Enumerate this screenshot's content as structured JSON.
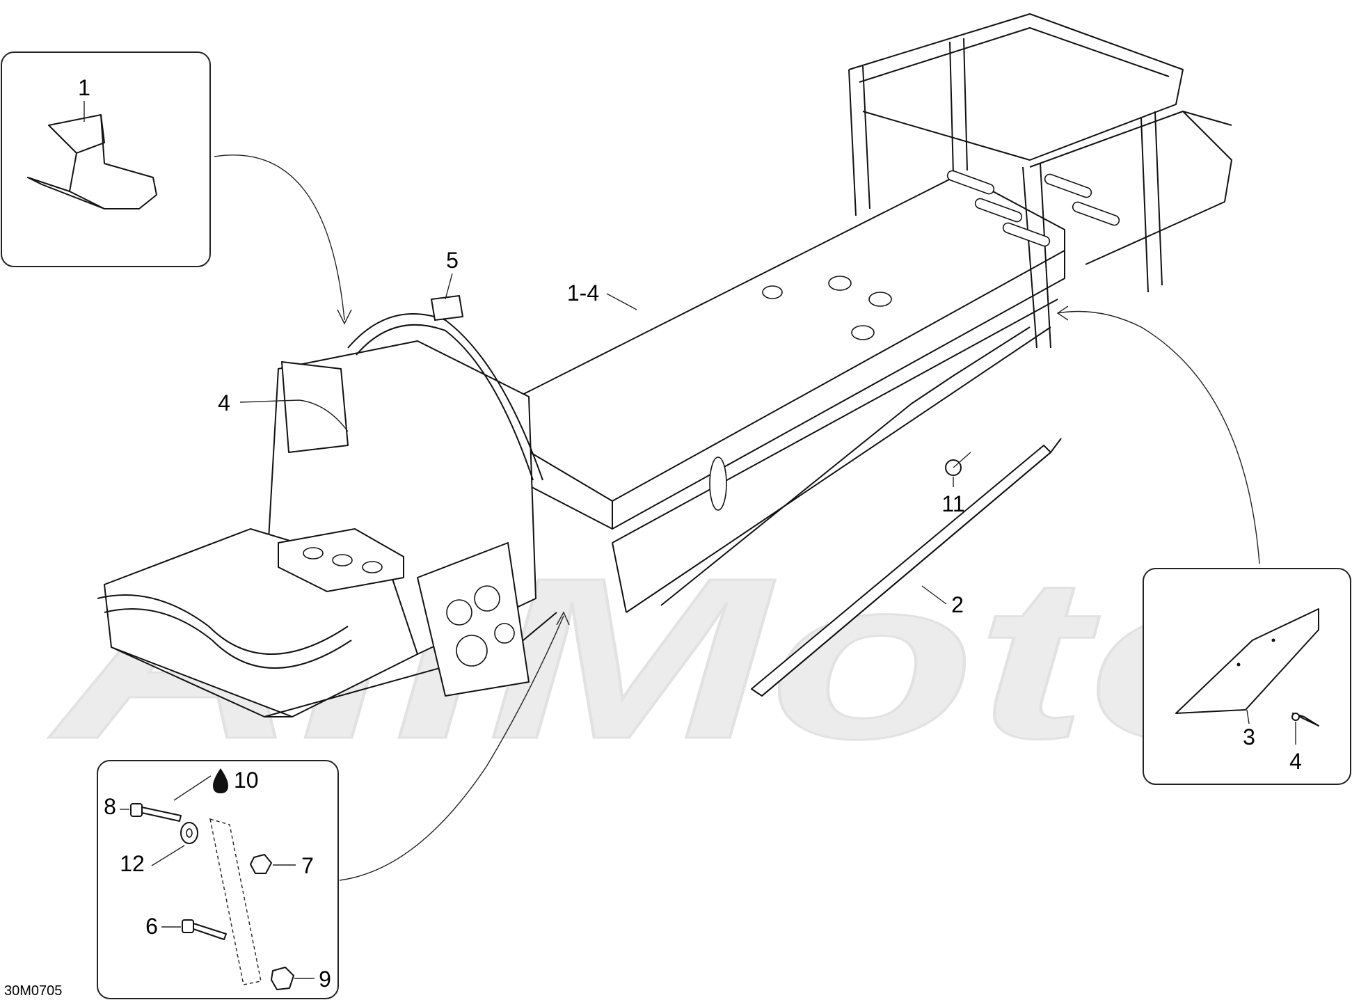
{
  "watermark": "AllMoto",
  "drawing_code": "30M0705",
  "callouts": {
    "inset1_item": "1",
    "frame": "1-4",
    "item5": "5",
    "item4_main": "4",
    "item11": "11",
    "item2": "2",
    "inset_right_item3": "3",
    "inset_right_item4": "4",
    "inset_bottom_item10": "10",
    "inset_bottom_item8": "8",
    "inset_bottom_item12": "12",
    "inset_bottom_item7": "7",
    "inset_bottom_item6": "6",
    "inset_bottom_item9": "9"
  },
  "icons": {
    "fluid_drop": "drop-icon"
  }
}
